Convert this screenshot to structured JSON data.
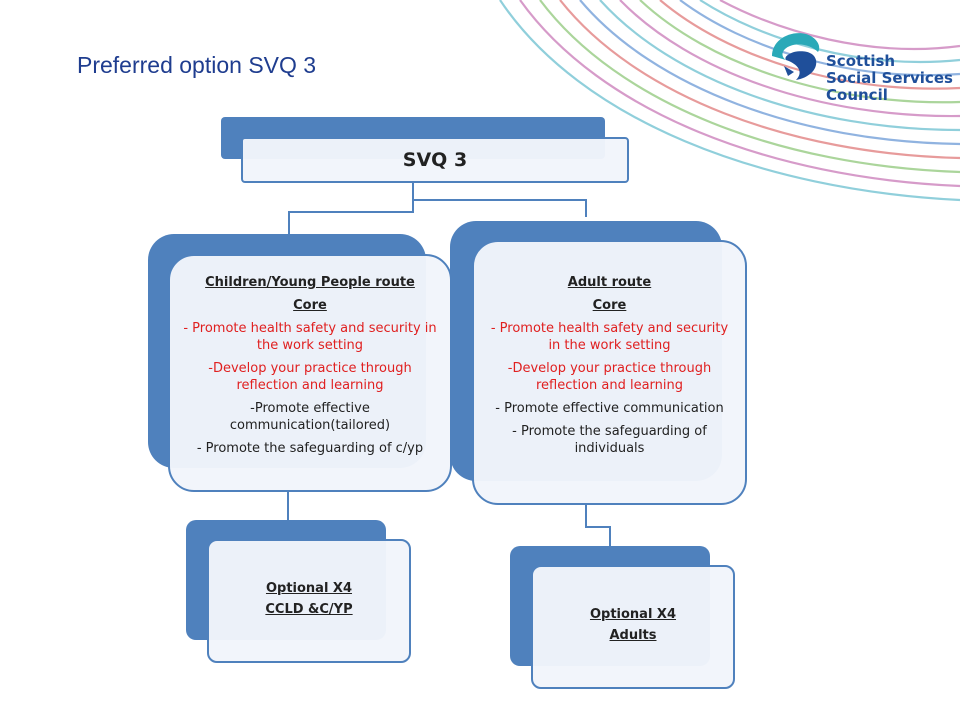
{
  "slide": {
    "title": "Preferred option SVQ 3"
  },
  "logo": {
    "lines": [
      "Scottish",
      "Social Services",
      "Council"
    ],
    "brand_color": "#1f4f9a",
    "accent_color": "#2aa9b8"
  },
  "diagram": {
    "box_color": "#4f81bd",
    "root": {
      "label": "SVQ 3"
    },
    "left": {
      "title": "Children/Young People route",
      "core": "Core",
      "items": [
        {
          "text": "- Promote health safety and security in the work setting",
          "color": "red"
        },
        {
          "text": "-Develop your practice through reflection and learning",
          "color": "red"
        },
        {
          "text": "-Promote effective communication(tailored)",
          "color": "black"
        },
        {
          "text": "- Promote the safeguarding of c/yp",
          "color": "black"
        }
      ],
      "optional": {
        "title": "Optional X4",
        "sub": "CCLD &C/YP"
      }
    },
    "right": {
      "title": "Adult route",
      "core": "Core",
      "items": [
        {
          "text": "- Promote health safety and security in the work setting",
          "color": "red"
        },
        {
          "text": "-Develop your practice through reflection and learning",
          "color": "red"
        },
        {
          "text": "- Promote effective communication",
          "color": "black"
        },
        {
          "text": "- Promote the safeguarding of individuals",
          "color": "black"
        }
      ],
      "optional": {
        "title": "Optional X4",
        "sub": "Adults"
      }
    }
  }
}
